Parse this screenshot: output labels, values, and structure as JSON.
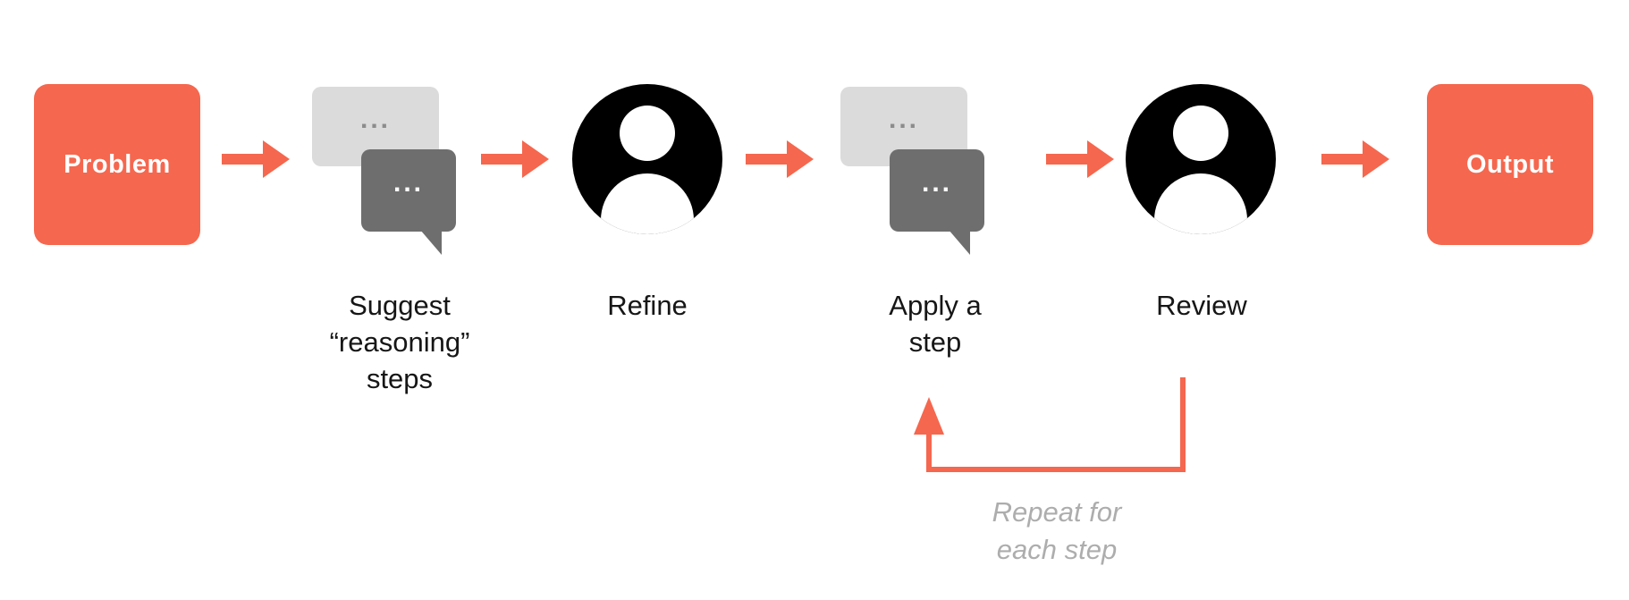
{
  "colors": {
    "accent": "#F5674E",
    "bubble_light": "#DBDBDB",
    "bubble_dark": "#6E6E6E",
    "person": "#000000",
    "label": "#161616",
    "loop_text": "#ADADAD"
  },
  "nodes": {
    "problem": {
      "label": "Problem"
    },
    "suggest": {
      "label": "Suggest\n“reasoning”\nsteps",
      "dots_light": "...",
      "dots_dark": "..."
    },
    "refine": {
      "label": "Refine"
    },
    "apply": {
      "label": "Apply a\nstep",
      "dots_light": "...",
      "dots_dark": "..."
    },
    "review": {
      "label": "Review"
    },
    "output": {
      "label": "Output"
    }
  },
  "loop": {
    "label": "Repeat for\neach step"
  }
}
